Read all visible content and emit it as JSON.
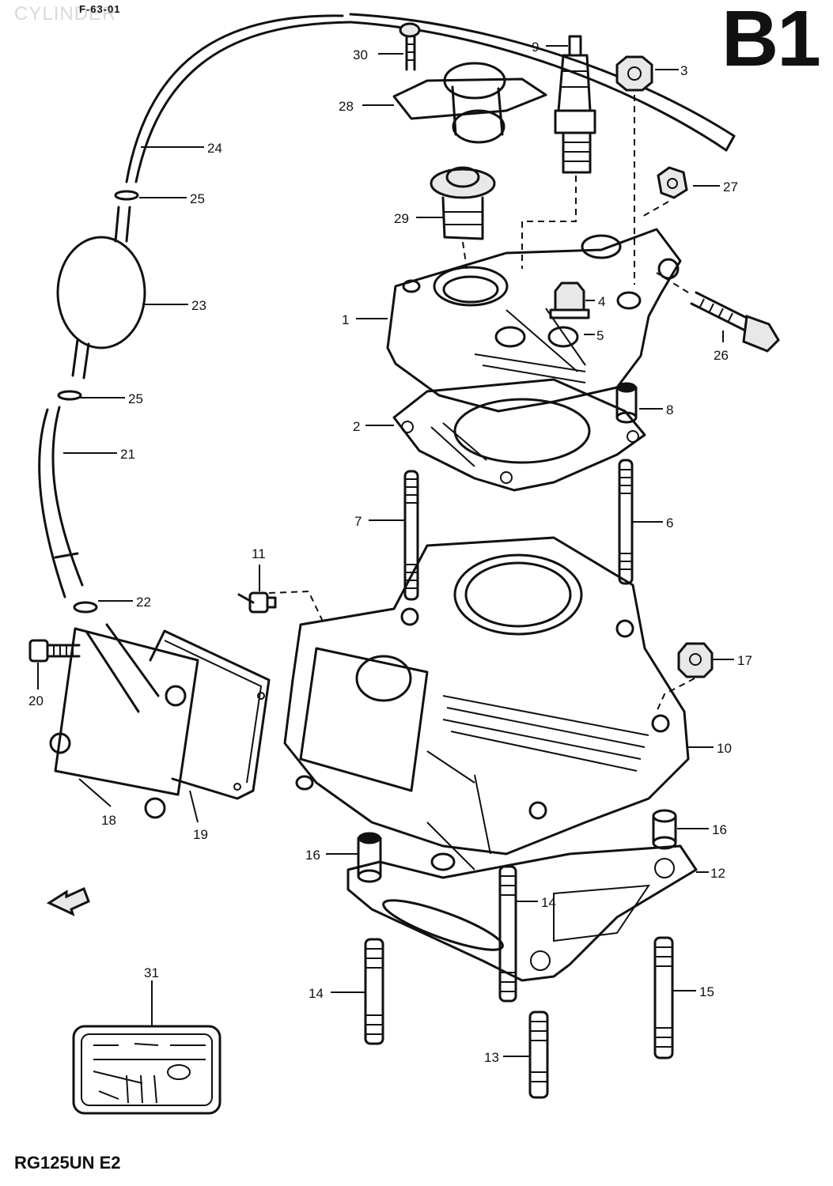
{
  "header": {
    "title": "CYLINDER",
    "tag": "F-63-01",
    "ref": "B1"
  },
  "footer": {
    "model": "RG125UN E2"
  },
  "labels": [
    {
      "id": "1",
      "text": "1"
    },
    {
      "id": "2",
      "text": "2"
    },
    {
      "id": "3",
      "text": "3"
    },
    {
      "id": "4",
      "text": "4"
    },
    {
      "id": "5",
      "text": "5"
    },
    {
      "id": "6",
      "text": "6"
    },
    {
      "id": "7",
      "text": "7"
    },
    {
      "id": "8",
      "text": "8"
    },
    {
      "id": "9",
      "text": "9"
    },
    {
      "id": "10",
      "text": "10"
    },
    {
      "id": "11",
      "text": "11"
    },
    {
      "id": "12",
      "text": "12"
    },
    {
      "id": "13",
      "text": "13"
    },
    {
      "id": "14a",
      "text": "14"
    },
    {
      "id": "14b",
      "text": "14"
    },
    {
      "id": "15",
      "text": "15"
    },
    {
      "id": "16a",
      "text": "16"
    },
    {
      "id": "16b",
      "text": "16"
    },
    {
      "id": "17",
      "text": "17"
    },
    {
      "id": "18",
      "text": "18"
    },
    {
      "id": "19",
      "text": "19"
    },
    {
      "id": "20",
      "text": "20"
    },
    {
      "id": "21",
      "text": "21"
    },
    {
      "id": "22",
      "text": "22"
    },
    {
      "id": "23",
      "text": "23"
    },
    {
      "id": "24",
      "text": "24"
    },
    {
      "id": "25a",
      "text": "25"
    },
    {
      "id": "25b",
      "text": "25"
    },
    {
      "id": "26",
      "text": "26"
    },
    {
      "id": "27",
      "text": "27"
    },
    {
      "id": "28",
      "text": "28"
    },
    {
      "id": "29",
      "text": "29"
    },
    {
      "id": "30",
      "text": "30"
    },
    {
      "id": "31",
      "text": "31"
    }
  ]
}
